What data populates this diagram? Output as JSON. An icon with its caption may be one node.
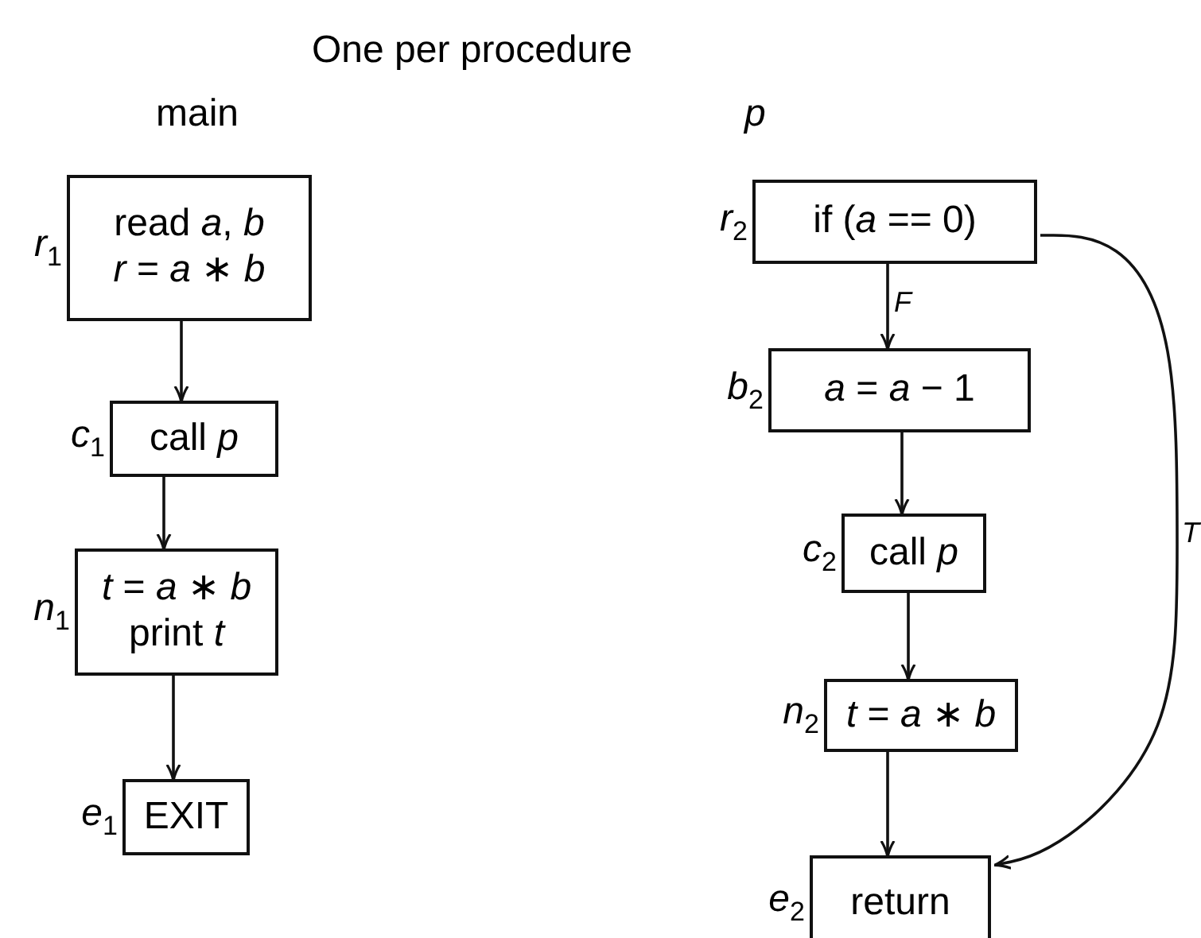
{
  "diagram": {
    "title": "One per procedure",
    "nodes": [
      {
        "text": [
          "read *a*, *b*",
          "*r* = *a* ∗ *b*"
        ],
        "beside": [
          "*r*$_{1}$"
        ]
      },
      {
        "text": [
          "call *p*"
        ],
        "beside": [
          "*c*$_{1}$"
        ]
      },
      {
        "text": [
          "*t* = *a* ∗ *b*",
          "print *t*"
        ],
        "beside": [
          "*n*$_{1}$"
        ]
      },
      {
        "text": [
          "EXIT"
        ],
        "beside": [
          "*e*$_{1}$"
        ]
      },
      {
        "text": [
          "if (*a* == 0)"
        ],
        "beside": [
          "*r*$_{2}$"
        ]
      },
      {
        "text": [
          "*a* = *a* − 1"
        ],
        "beside": [
          "*b*$_{2}$"
        ]
      },
      {
        "text": [
          "call *p*"
        ],
        "beside": [
          "*c*$_{2}$"
        ]
      },
      {
        "text": [
          "*t* = *a* ∗ *b*"
        ],
        "beside": [
          "*n*$_{2}$"
        ]
      },
      {
        "text": [
          "return"
        ],
        "beside": [
          "*e*$_{2}$"
        ]
      }
    ],
    "edges": [
      {
        "from": 0,
        "to": 1,
        "arrow": "to"
      },
      {
        "from": 1,
        "to": 2,
        "arrow": "to"
      },
      {
        "from": 2,
        "to": 3,
        "arrow": "to"
      },
      {
        "from": 4,
        "to": 5,
        "arrow": "to",
        "label": "*F*"
      },
      {
        "from": 5,
        "to": 6,
        "arrow": "to"
      },
      {
        "from": 6,
        "to": 7,
        "arrow": "to"
      },
      {
        "from": 7,
        "to": 8,
        "arrow": "to"
      },
      {
        "from": 4,
        "to": 8,
        "arrow": "to",
        "label": "*T*"
      }
    ],
    "labels": [
      "main",
      "*p*"
    ]
  }
}
